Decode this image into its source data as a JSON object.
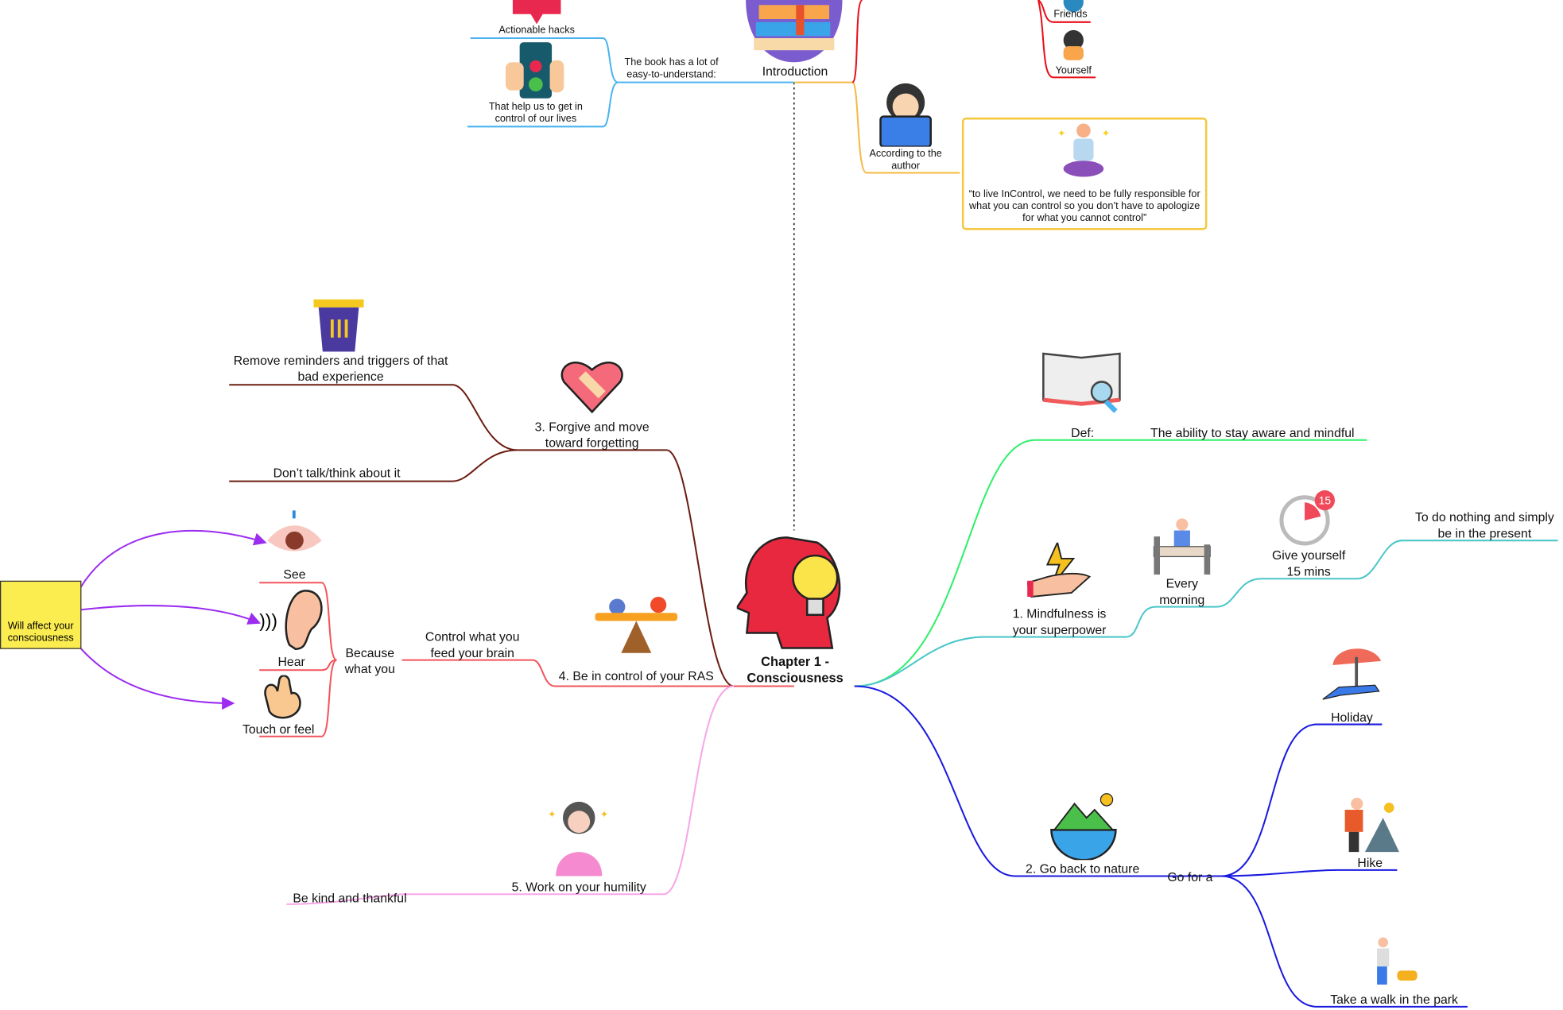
{
  "central": {
    "title": "Chapter 1 - Consciousness",
    "icon": "head-lightbulb-icon"
  },
  "introduction": {
    "label": "Introduction",
    "icon": "books-icon",
    "book_has": "The book has a lot of easy-to-understand:",
    "actionable": "Actionable hacks",
    "control": "That help us to get in control of our lives",
    "friends": "Friends",
    "yourself": "Yourself",
    "author": "According to the author",
    "quote": "“to live InControl, we need to be fully responsible for what you can control so you don’t have to apologize for what you cannot control”"
  },
  "forgive": {
    "label": "3. Forgive and move toward forgetting",
    "remove": "Remove reminders and triggers of that bad experience",
    "dont": "Don’t talk/think about it"
  },
  "ras": {
    "label": "4. Be in control of your RAS",
    "control": "Control what you feed your brain",
    "because": "Because what you",
    "see": "See",
    "hear": "Hear",
    "touch": "Touch or feel",
    "note": "Will affect your consciousness"
  },
  "humility": {
    "label": "5. Work on your humility",
    "kind": "Be kind and thankful"
  },
  "def": {
    "label": "Def:",
    "text": "The ability to stay aware and mindful"
  },
  "mindful": {
    "label": "1. Mindfulness is your superpower",
    "morning": "Every morning",
    "give": "Give yourself 15 mins",
    "nothing": "To do nothing and simply be in the present",
    "badge": "15"
  },
  "nature": {
    "label": "2. Go back to nature",
    "gofor": "Go for a",
    "holiday": "Holiday",
    "hike": "Hike",
    "walk": "Take a walk in the park"
  },
  "colors": {
    "brown": "#6b1d12",
    "red": "#f2545b",
    "purple": "#9b2cf0",
    "pink": "#f7a6e8",
    "green": "#2ef06a",
    "teal": "#4cc6c9",
    "blue": "#1a1ae0",
    "sky": "#4ab3f0",
    "orange": "#f5b942",
    "crimson": "#e8101a"
  }
}
